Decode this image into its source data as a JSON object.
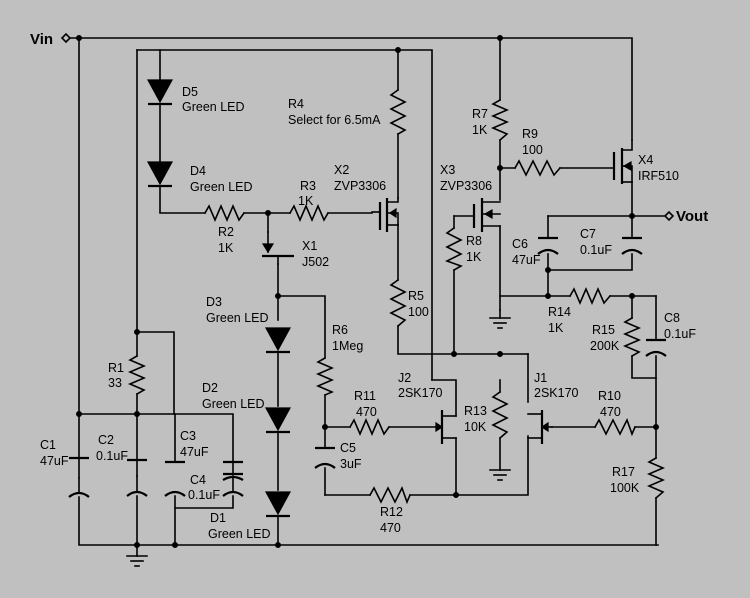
{
  "ports": {
    "vin": "Vin",
    "vout": "Vout"
  },
  "labels": {
    "d5_ref": "D5",
    "d5_val": "Green LED",
    "d4_ref": "D4",
    "d4_val": "Green LED",
    "d3_ref": "D3",
    "d3_val": "Green LED",
    "d2_ref": "D2",
    "d2_val": "Green LED",
    "d1_ref": "D1",
    "d1_val": "Green LED",
    "r1_ref": "R1",
    "r1_val": "33",
    "r2_ref": "R2",
    "r2_val": "1K",
    "r3_ref": "R3",
    "r3_val": "1K",
    "r4_ref": "R4",
    "r4_val": "Select for 6.5mA",
    "r5_ref": "R5",
    "r5_val": "100",
    "r6_ref": "R6",
    "r6_val": "1Meg",
    "r7_ref": "R7",
    "r7_val": "1K",
    "r8_ref": "R8",
    "r8_val": "1K",
    "r9_ref": "R9",
    "r9_val": "100",
    "r10_ref": "R10",
    "r10_val": "470",
    "r11_ref": "R11",
    "r11_val": "470",
    "r12_ref": "R12",
    "r12_val": "470",
    "r13_ref": "R13",
    "r13_val": "10K",
    "r14_ref": "R14",
    "r14_val": "1K",
    "r15_ref": "R15",
    "r15_val": "200K",
    "r17_ref": "R17",
    "r17_val": "100K",
    "c1_ref": "C1",
    "c1_val": "47uF",
    "c2_ref": "C2",
    "c2_val": "0.1uF",
    "c3_ref": "C3",
    "c3_val": "47uF",
    "c4_ref": "C4",
    "c4_val": "0.1uF",
    "c5_ref": "C5",
    "c5_val": "3uF",
    "c6_ref": "C6",
    "c6_val": "47uF",
    "c7_ref": "C7",
    "c7_val": "0.1uF",
    "c8_ref": "C8",
    "c8_val": "0.1uF",
    "x1_ref": "X1",
    "x1_val": "J502",
    "x2_ref": "X2",
    "x2_val": "ZVP3306",
    "x3_ref": "X3",
    "x3_val": "ZVP3306",
    "x4_ref": "X4",
    "x4_val": "IRF510",
    "j1_ref": "J1",
    "j1_val": "2SK170",
    "j2_ref": "J2",
    "j2_val": "2SK170"
  }
}
